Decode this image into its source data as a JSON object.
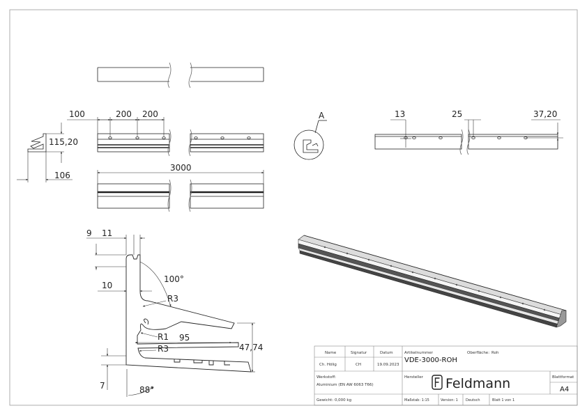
{
  "dimensions": {
    "d100": "100",
    "d200a": "200",
    "d200b": "200",
    "d115": "115,20",
    "d106": "106",
    "d3000": "3000",
    "d13": "13",
    "d25": "25",
    "d3720": "37,20",
    "detail": "A",
    "d9": "9",
    "d11": "11",
    "d100deg": "100°",
    "d10": "10",
    "r3a": "R3",
    "r1": "R1",
    "d95": "95",
    "r3b": "R3",
    "d4774": "47,74",
    "d7": "7",
    "d88deg": "88°"
  },
  "title_block": {
    "name_label": "Name",
    "signature_label": "Signatur",
    "date_label": "Datum",
    "name_value": "Ch. Hölig",
    "signature_value": "CH",
    "date_value": "19.09.2023",
    "article_label": "Artikelnummer",
    "article_value": "VDE-3000-ROH",
    "surface_label": "Oberfläche:",
    "surface_value": "Roh",
    "material_label": "Werkstoff:",
    "material_value": "Aluminium (EN AW 6063 T66)",
    "manufacturer_label": "Hersteller",
    "company": "Feldmann",
    "format_label": "Blattformat",
    "format_value": "A4",
    "weight": "Gewicht: 0,000 kg",
    "scale": "Maßstab: 1:15",
    "version": "Version: 1",
    "language": "Deutsch",
    "sheet": "Blatt 1 von 1"
  }
}
